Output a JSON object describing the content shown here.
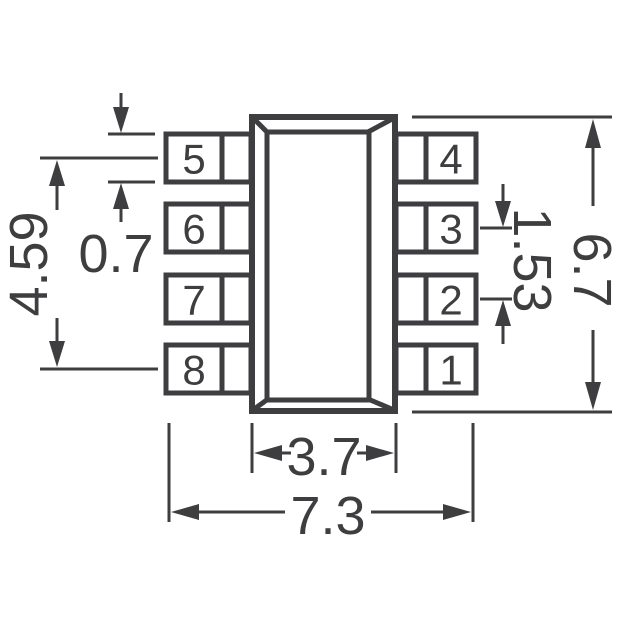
{
  "diagram": {
    "kind": "8-pin package outline drawing, top view with dimensions (mm)"
  },
  "pins": {
    "left": [
      "5",
      "6",
      "7",
      "8"
    ],
    "right": [
      "4",
      "3",
      "2",
      "1"
    ]
  },
  "dimensions": {
    "lead_width": "0.7",
    "pin_span": "4.59",
    "pitch": "1.53",
    "body_length": "6.7",
    "body_width": "3.7",
    "overall_width": "7.3"
  },
  "colors": {
    "stroke": "#3e3e40",
    "background": "#ffffff"
  }
}
